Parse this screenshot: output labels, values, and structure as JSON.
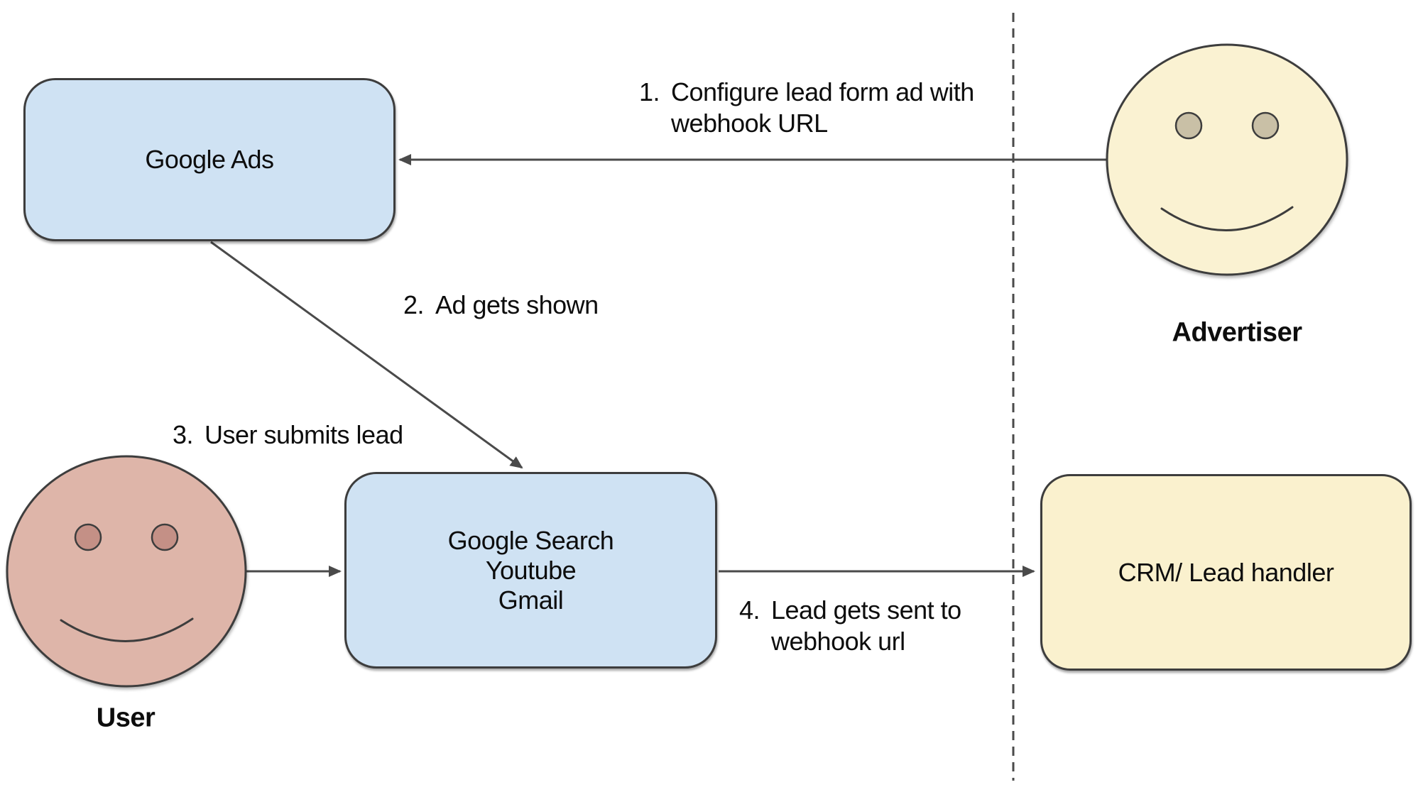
{
  "diagram": {
    "background": "#ffffff",
    "colors": {
      "node_blue_fill": "#cfe2f3",
      "node_cream_fill": "#faf1ce",
      "face_cream_fill": "#faf2d2",
      "face_pink_fill": "#deb5a9",
      "eye_pink_fill": "#c49086",
      "eye_tan_fill": "#c9c0a6",
      "shape_stroke": "#3d3d3d",
      "arrow_stroke": "#4a4a4a",
      "divider_stroke": "#4a4a4a",
      "text_color": "#0d0d0d"
    },
    "nodes": {
      "google_ads": {
        "label": "Google Ads"
      },
      "google_surfaces": {
        "line1": "Google Search",
        "line2": "Youtube",
        "line3": "Gmail"
      },
      "crm": {
        "label": "CRM/ Lead handler"
      }
    },
    "actors": {
      "advertiser": {
        "label": "Advertiser"
      },
      "user": {
        "label": "User"
      }
    },
    "steps": [
      {
        "number": "1.",
        "line1": "Configure lead form ad with",
        "line2": "webhook URL"
      },
      {
        "number": "2.",
        "line1": "Ad gets shown",
        "line2": ""
      },
      {
        "number": "3.",
        "line1": "User submits lead",
        "line2": ""
      },
      {
        "number": "4.",
        "line1": "Lead gets sent to",
        "line2": "webhook url"
      }
    ]
  }
}
